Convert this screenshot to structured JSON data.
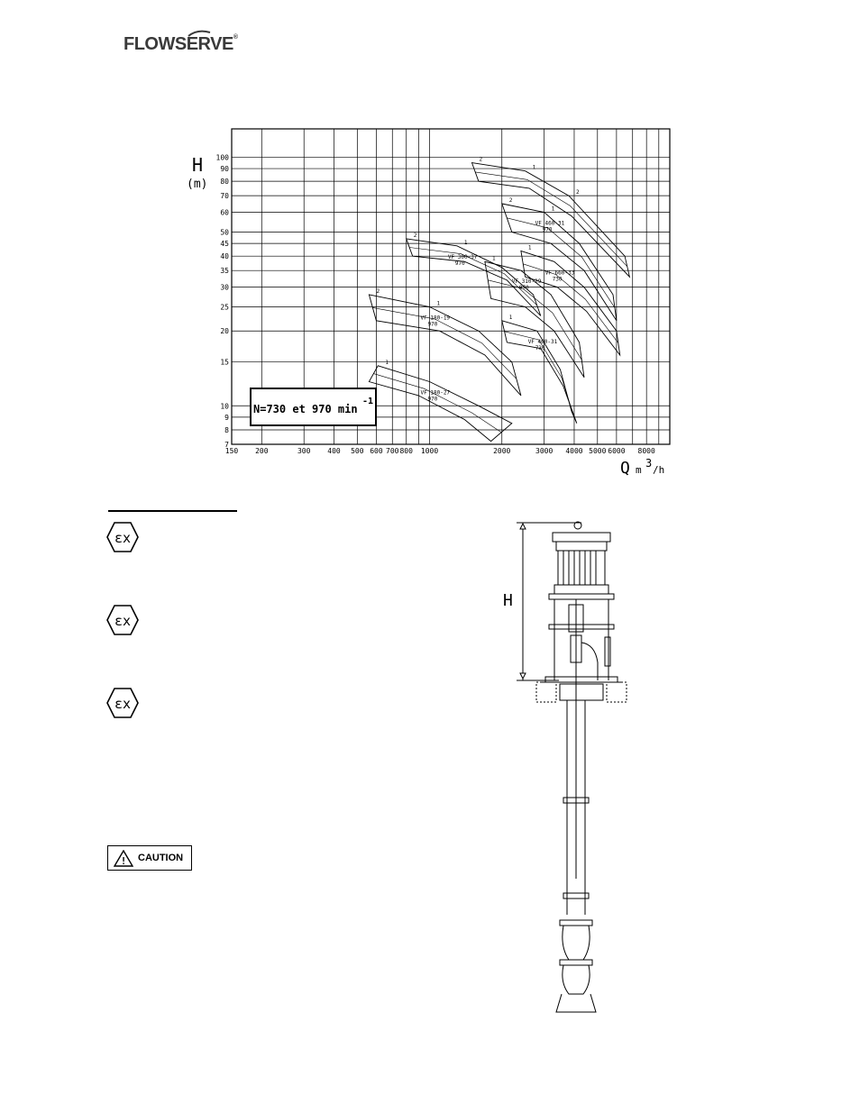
{
  "header": {
    "logo_text": "FLOWSERVE",
    "logo_mark": "®"
  },
  "chart_data": {
    "type": "line",
    "title": "",
    "xlabel": "Q m³/h",
    "xlabel_parts": {
      "main": "Q",
      "unit_base": "m",
      "unit_exp": "3",
      "unit_tail": "/h"
    },
    "ylabel": "H (m)",
    "ylabel_parts": {
      "main": "H",
      "unit": "(m)"
    },
    "x_scale": "log",
    "y_scale": "log",
    "xlim": [
      150,
      10000
    ],
    "ylim": [
      7,
      130
    ],
    "x_ticks": [
      150,
      200,
      300,
      400,
      500,
      600,
      700,
      800,
      1000,
      2000,
      3000,
      4000,
      5000,
      6000,
      8000
    ],
    "x_tick_labels": [
      "150",
      "200",
      "300",
      "400",
      "500",
      "600",
      "700",
      "800",
      "1000",
      "2000",
      "3000",
      "4000",
      "5000",
      "6000",
      "8000"
    ],
    "y_ticks": [
      7,
      8,
      9,
      10,
      15,
      20,
      25,
      30,
      35,
      40,
      45,
      50,
      60,
      70,
      80,
      90,
      100
    ],
    "y_tick_labels": [
      "7",
      "8",
      "9",
      "10",
      "15",
      "20",
      "25",
      "30",
      "35",
      "40",
      "45",
      "50",
      "60",
      "70",
      "80",
      "90",
      "100"
    ],
    "annotation_box": {
      "text": "N=730 et 970 min",
      "superscript": "-1"
    },
    "series": [
      {
        "label_1": "VF 180-27",
        "label_2": "970",
        "impeller_marks": [
          "1"
        ],
        "top_curve": [
          [
            610,
            14.5
          ],
          [
            1000,
            12.5
          ],
          [
            1600,
            10.0
          ],
          [
            2200,
            8.5
          ]
        ],
        "bottom_curve": [
          [
            560,
            12.5
          ],
          [
            900,
            11.0
          ],
          [
            1400,
            8.8
          ],
          [
            1800,
            7.2
          ]
        ]
      },
      {
        "label_1": "VF 180-19",
        "label_2": "970",
        "impeller_marks": [
          "2",
          "1"
        ],
        "top_curve": [
          [
            560,
            28
          ],
          [
            1000,
            25
          ],
          [
            1600,
            20
          ],
          [
            2200,
            15
          ]
        ],
        "bottom_curve": [
          [
            600,
            22
          ],
          [
            1100,
            20
          ],
          [
            1700,
            16
          ],
          [
            2400,
            11
          ]
        ]
      },
      {
        "label_1": "VF 300-37",
        "label_2": "970",
        "impeller_marks": [
          "2",
          "1"
        ],
        "top_curve": [
          [
            800,
            47
          ],
          [
            1300,
            44
          ],
          [
            2000,
            36
          ],
          [
            2700,
            28
          ]
        ],
        "bottom_curve": [
          [
            850,
            40
          ],
          [
            1400,
            38
          ],
          [
            2100,
            32
          ],
          [
            2900,
            23
          ]
        ]
      },
      {
        "label_1": "VF 310-29",
        "label_2": "970",
        "impeller_marks": [
          "1"
        ],
        "top_curve": [
          [
            1700,
            38
          ],
          [
            2400,
            35
          ],
          [
            3200,
            28
          ],
          [
            4200,
            18
          ]
        ],
        "bottom_curve": [
          [
            1800,
            27
          ],
          [
            2500,
            25
          ],
          [
            3300,
            20
          ],
          [
            4400,
            13
          ]
        ]
      },
      {
        "label_1": "VF 660-33",
        "label_2": "730",
        "impeller_marks": [
          "1"
        ],
        "top_curve": [
          [
            2400,
            42
          ],
          [
            3300,
            38
          ],
          [
            4400,
            30
          ],
          [
            6000,
            20
          ]
        ],
        "bottom_curve": [
          [
            2500,
            33
          ],
          [
            3400,
            30
          ],
          [
            4500,
            24
          ],
          [
            6200,
            16
          ]
        ]
      },
      {
        "label_1": "VF 460-31",
        "label_2": "970",
        "impeller_marks": [
          "2",
          "1"
        ],
        "top_curve": [
          [
            2000,
            65
          ],
          [
            3000,
            60
          ],
          [
            4200,
            45
          ],
          [
            5800,
            28
          ]
        ],
        "bottom_curve": [
          [
            2200,
            50
          ],
          [
            3200,
            45
          ],
          [
            4400,
            35
          ],
          [
            6000,
            22
          ]
        ]
      },
      {
        "label_1": "VF 460-31",
        "label_2": "730",
        "impeller_marks": [
          "1"
        ],
        "top_curve": [
          [
            2000,
            22
          ],
          [
            2800,
            20
          ],
          [
            3500,
            14
          ],
          [
            3900,
            9.5
          ]
        ],
        "bottom_curve": [
          [
            2100,
            18
          ],
          [
            2900,
            17
          ],
          [
            3600,
            12
          ],
          [
            4100,
            8.5
          ]
        ]
      },
      {
        "label_1": "",
        "label_2": "",
        "impeller_marks": [
          "2",
          "1",
          "2"
        ],
        "top_curve": [
          [
            1500,
            95
          ],
          [
            2500,
            88
          ],
          [
            3800,
            70
          ],
          [
            6500,
            40
          ]
        ],
        "bottom_curve": [
          [
            1600,
            80
          ],
          [
            2600,
            75
          ],
          [
            3900,
            58
          ],
          [
            6800,
            33
          ]
        ]
      }
    ]
  },
  "icons": {
    "ex_1": "ex-atex-hexagon-icon",
    "ex_2": "ex-atex-hexagon-icon",
    "ex_3": "ex-atex-hexagon-icon",
    "ex_symbol": "εx",
    "caution_icon": "warning-triangle-icon"
  },
  "caution": {
    "label": "CAUTION",
    "glyph": "!"
  },
  "pump_drawing": {
    "dimension_label": "H"
  }
}
